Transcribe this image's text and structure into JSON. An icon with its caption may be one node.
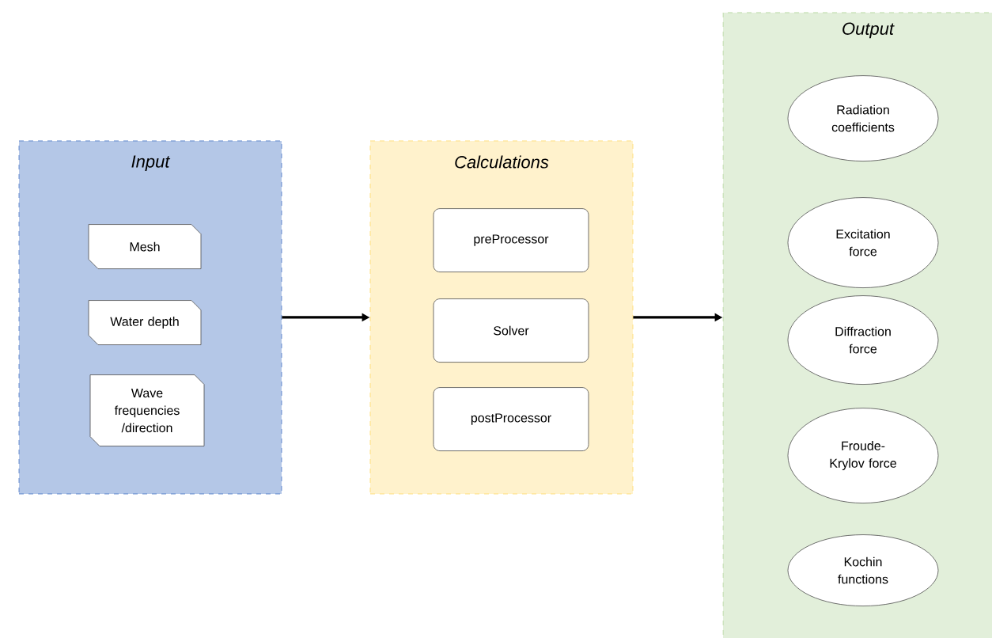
{
  "diagram": {
    "nodes": [
      {
        "text": [
          "Input"
        ]
      },
      {
        "text": [
          "Mesh"
        ],
        "in": 0
      },
      {
        "text": [
          "Water depth"
        ],
        "in": 0
      },
      {
        "text": [
          "Wave frequencies /direction"
        ],
        "in": 0
      },
      {
        "text": [
          "Calculations"
        ]
      },
      {
        "text": [
          "preProcessor"
        ],
        "in": 4
      },
      {
        "text": [
          "Solver"
        ],
        "in": 4
      },
      {
        "text": [
          "postProcessor"
        ],
        "in": 4
      },
      {
        "text": [
          "Output"
        ]
      },
      {
        "text": [
          "Radiation coefficients"
        ],
        "in": 8
      },
      {
        "text": [
          "Excitation force"
        ],
        "in": 8
      },
      {
        "text": [
          "Diffraction force"
        ],
        "in": 8
      },
      {
        "text": [
          "Froude-Krylov force"
        ],
        "in": 8
      },
      {
        "text": [
          "Kochin functions"
        ],
        "in": 8
      }
    ],
    "edges": [
      {
        "from": 0,
        "to": 4,
        "arrow": "to"
      },
      {
        "from": 4,
        "to": 8,
        "arrow": "to"
      }
    ]
  }
}
